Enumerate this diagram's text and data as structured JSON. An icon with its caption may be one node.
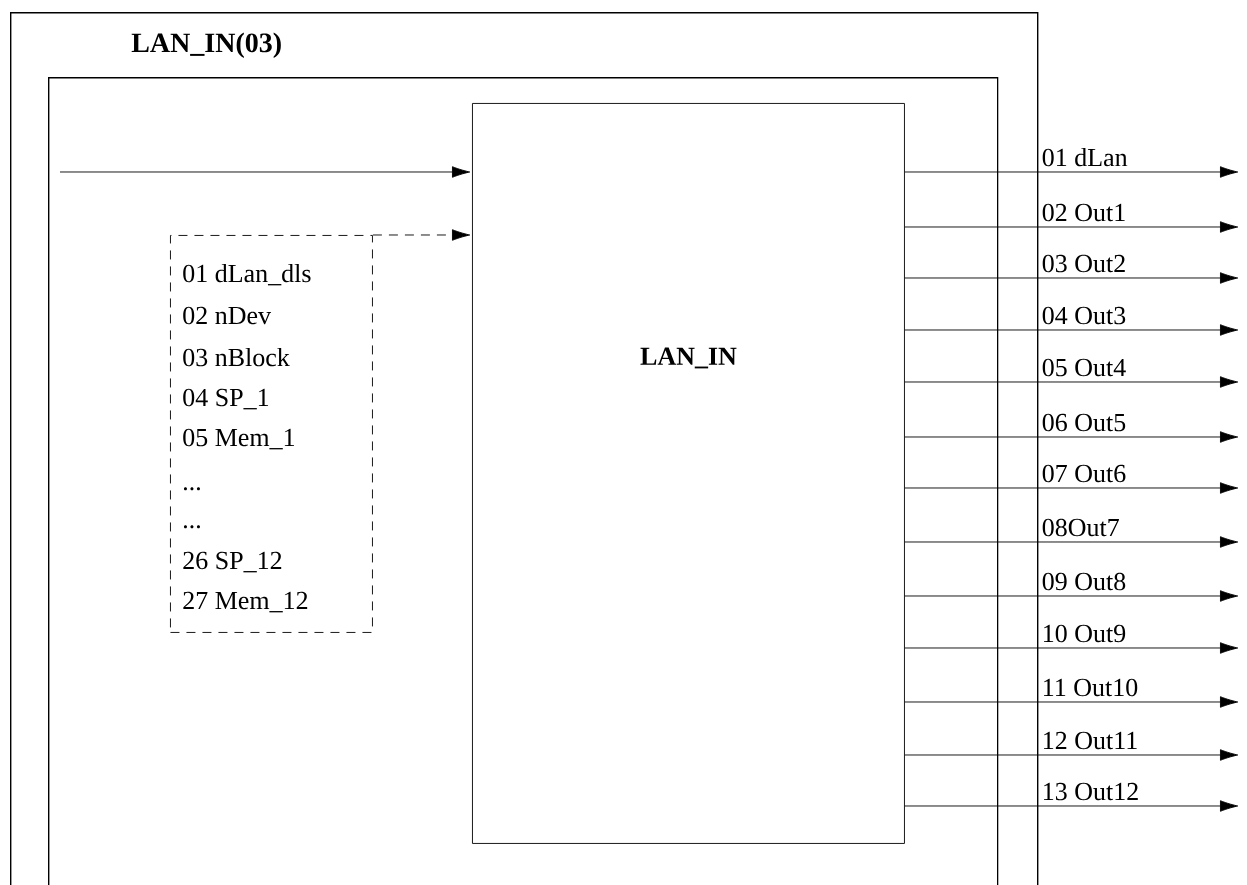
{
  "diagram": {
    "nodes": [
      {
        "text": [
          "LAN_IN(03)"
        ]
      },
      {
        "text": [],
        "shape": "box",
        "in": 0
      },
      {
        "text": [
          "LAN_IN"
        ],
        "in": 1
      },
      {
        "text": [
          "01 dLan_dls",
          "02 nDev",
          "03 nBlock",
          "04 SP_1",
          "05 Mem_1",
          "...",
          "...",
          "26 SP_12",
          "27 Mem_12"
        ],
        "in": 1
      }
    ],
    "edges": [
      {
        "from": null,
        "to": 2,
        "arrow": "to"
      },
      {
        "from": 3,
        "to": 2,
        "arrow": "to",
        "style": "dashed"
      },
      {
        "from": 2,
        "to": null,
        "arrow": "to",
        "label": "01 dLan"
      },
      {
        "from": 2,
        "to": null,
        "arrow": "to",
        "label": "02 Out1"
      },
      {
        "from": 2,
        "to": null,
        "arrow": "to",
        "label": "03 Out2"
      },
      {
        "from": 2,
        "to": null,
        "arrow": "to",
        "label": "04 Out3"
      },
      {
        "from": 2,
        "to": null,
        "arrow": "to",
        "label": "05 Out4"
      },
      {
        "from": 2,
        "to": null,
        "arrow": "to",
        "label": "06 Out5"
      },
      {
        "from": 2,
        "to": null,
        "arrow": "to",
        "label": "07 Out6"
      },
      {
        "from": 2,
        "to": null,
        "arrow": "to",
        "label": "08Out7"
      },
      {
        "from": 2,
        "to": null,
        "arrow": "to",
        "label": "09 Out8"
      },
      {
        "from": 2,
        "to": null,
        "arrow": "to",
        "label": "10 Out9"
      },
      {
        "from": 2,
        "to": null,
        "arrow": "to",
        "label": "11 Out10"
      },
      {
        "from": 2,
        "to": null,
        "arrow": "to",
        "label": "12 Out11"
      },
      {
        "from": 2,
        "to": null,
        "arrow": "to",
        "label": "13 Out12"
      }
    ]
  }
}
